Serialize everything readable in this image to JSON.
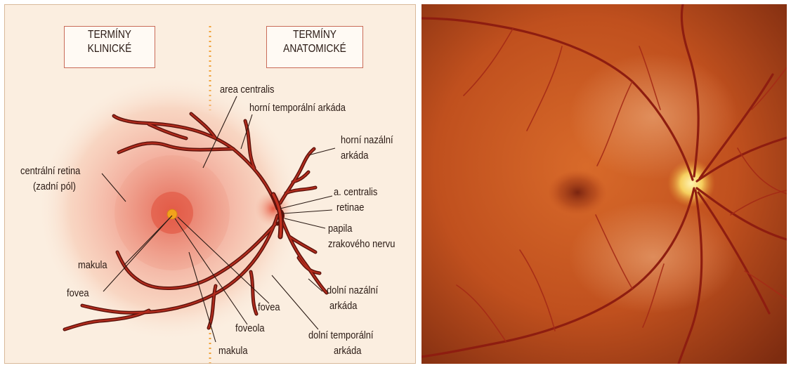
{
  "clinical_header": [
    "TERMÍNY",
    "KLINICKÉ"
  ],
  "anatomical_header": [
    "TERMÍNY",
    "ANATOMICKÉ"
  ],
  "labels": {
    "area_centralis": "area centralis",
    "horni_temporalni": "horní temporální arkáda",
    "horni_nazalni_1": "horní nazální",
    "horni_nazalni_2": "arkáda",
    "centralni_retina_1": "centrální retina",
    "centralni_retina_2": "(zadní pól)",
    "a_centralis_1": "a. centralis",
    "a_centralis_2": "retinae",
    "papila_1": "papila",
    "papila_2": "zrakového nervu",
    "makula_left": "makula",
    "fovea_left": "fovea",
    "dolni_nazalni_1": "dolní nazální",
    "dolni_nazalni_2": "arkáda",
    "fovea_bottom": "fovea",
    "foveola": "foveola",
    "dolni_temporalni_1": "dolní temporální",
    "dolni_temporalni_2": "arkáda",
    "makula_bottom": "makula"
  },
  "colors": {
    "panel_bg": "#fbeee0",
    "vessel": "#7a1c12",
    "fovea_dot": "#f2a21b",
    "leader": "#2a1a14",
    "dashed_divider": "#f0a23a",
    "fundus_base": "#c5521f"
  }
}
